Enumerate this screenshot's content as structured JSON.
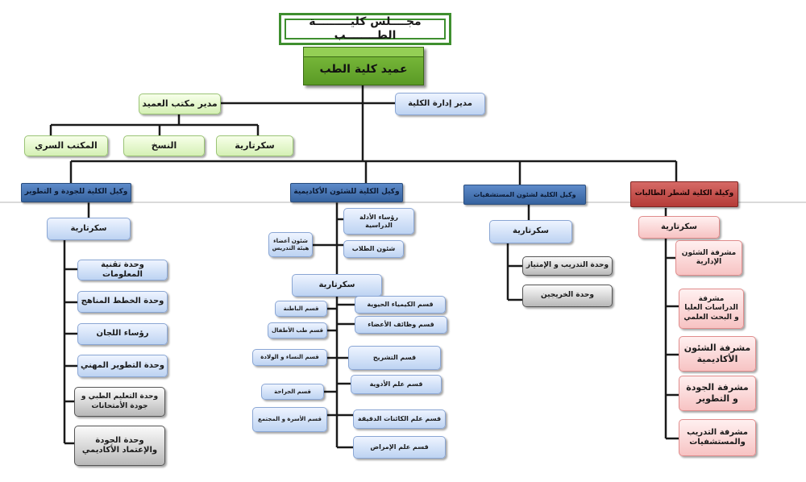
{
  "council": "مجــــلس كليـــــــــة الطــــــــب",
  "dean": "عميد كلية الطب",
  "college_admin": "مدير إدارة الكلية",
  "dean_office_manager": "مدير مكتب العميد",
  "office_units": {
    "confidential": "المكتب السري",
    "copying": "النسخ",
    "secretariat": "سكرتارية"
  },
  "vice_deans": {
    "quality": "وكيل الكلية للجودة و التطوير",
    "academic": "وكيل الكلية للشئون الأكاديمية",
    "hospitals": "وكيل الكلية لشئون المستشفيات",
    "female": "وكيلة الكلية لشطر الطالبات"
  },
  "secretariat": "سكرتارية",
  "quality_units": [
    "وحدة تقنية المعلومات",
    "وحدة الخطط المناهج",
    "رؤساء اللجان",
    "وحدة التطوير المهني",
    "وحدة التعليم الطبي و جودة الأمتحانات",
    "وحدة الجودة والإعتماد الأكاديمي"
  ],
  "academic_upper": {
    "course_heads": "رؤساء الأدلة الدراسية",
    "faculty_affairs": "شئون أعضاء هيئة التدريس",
    "student_affairs": "شئون الطلاب"
  },
  "departments_right": [
    "قسم الكيمياء الحيوية",
    "قسم وظائف الأعضاء",
    "قسم التشريح",
    "قسم علم الأدوية",
    "قسم علم الكائنات الدقيقة",
    "قسم علم الإمراض"
  ],
  "departments_left": [
    "قسم الباطنة",
    "قسم طب الأطفال",
    "قسم النساء و الولادة",
    "قسم الجراحة",
    "قسم الأسرة و المجتمع"
  ],
  "hospital_units": [
    "وحدة التدريب و الإمتياز",
    "وحدة الخريجين"
  ],
  "female_units": [
    "مشرفة الشئون الإدارية",
    "مشرفة الدراسات العليا و البحث العلمي",
    "مشرفة الشئون الأكاديمية",
    "مشرفة الجودة و التطوير",
    "مشرفة التدريب والمستشفيات"
  ],
  "colors": {
    "line": "#1a1a1a",
    "navy": "#36639f",
    "red": "#b43b37",
    "green": "#5a9a25"
  }
}
